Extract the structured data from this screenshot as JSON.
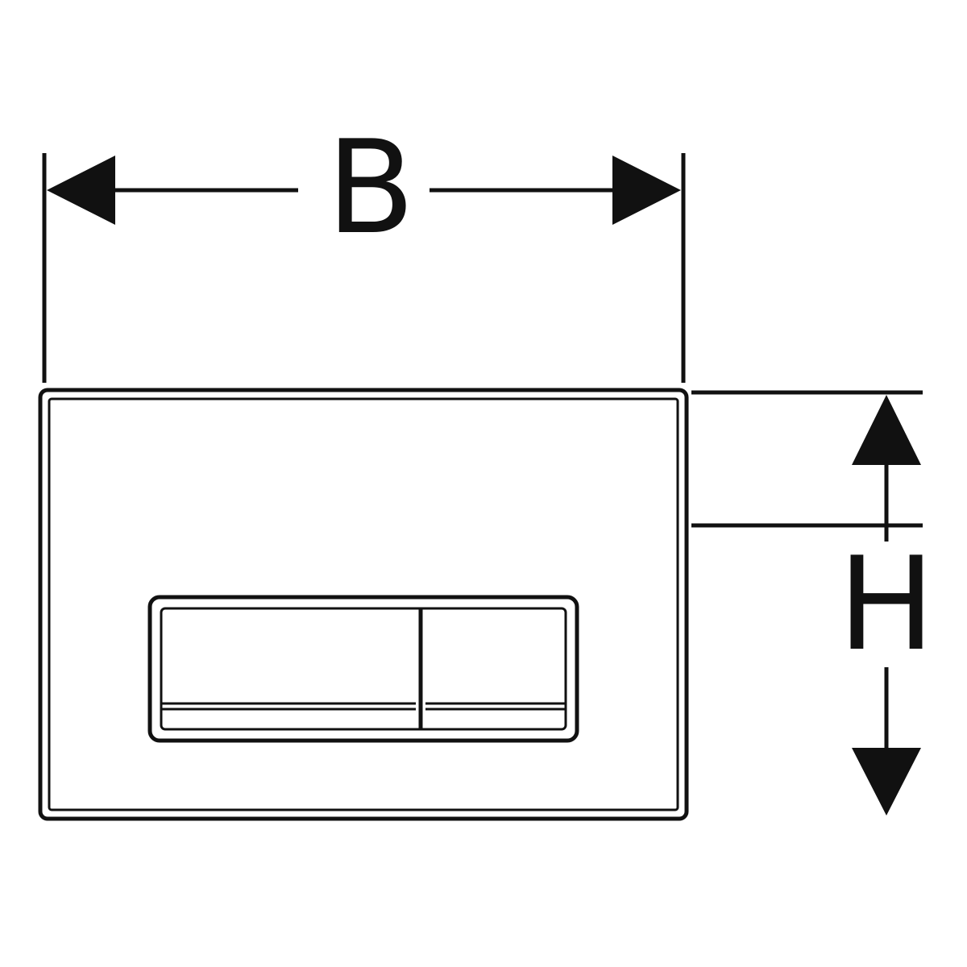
{
  "diagram": {
    "width_label": "B",
    "height_label": "H"
  },
  "colors": {
    "line": "#111111",
    "background": "#ffffff"
  },
  "parts": {
    "plate": "flush-plate",
    "actuator_frame": "button-frame",
    "buttons": [
      "large-flush-button",
      "small-flush-button"
    ]
  }
}
